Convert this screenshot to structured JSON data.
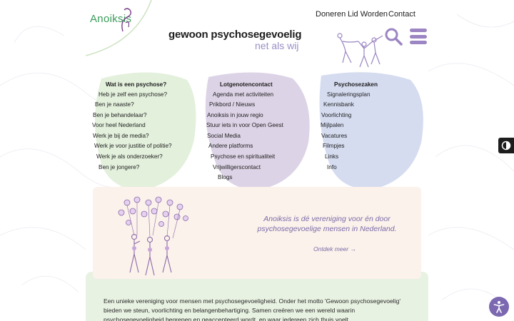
{
  "brand": {
    "logo_text": "Anoiksis",
    "tagline_main": "gewoon psychosegevoelig",
    "tagline_sub": "net als wij"
  },
  "top_nav": [
    "Doneren",
    "Lid Worden",
    "Contact"
  ],
  "icons": {
    "search": "search-icon",
    "menu": "hamburger-menu-icon",
    "contrast": "contrast-toggle-icon",
    "accessibility": "accessibility-person-icon"
  },
  "columns": [
    {
      "title": "Wat is een psychose?",
      "items": [
        "Heb je zelf een psychose?",
        "Ben je naaste?",
        "Ben je behandelaar?",
        "Voor heel Nederland",
        "Werk je bij de media?",
        "Werk je voor justitie of politie?",
        "Werk je als onderzoeker?",
        "Ben je jongere?"
      ]
    },
    {
      "title": "Lotgenotencontact",
      "items": [
        "Agenda met activiteiten",
        "Prikbord / Nieuws",
        "Anoiksis in jouw regio",
        "Stuur iets in voor Open Geest",
        "Social Media",
        "Andere platforms",
        "Psychose en spiritualiteit",
        "Vrijwilligerscontact",
        "Blogs"
      ]
    },
    {
      "title": "Psychosezaken",
      "items": [
        "Signaleringsplan",
        "Kennisbank",
        "Voorlichting",
        "Mijlpalen",
        "Vacatures",
        "Filmpjes",
        "Links",
        "Info"
      ]
    }
  ],
  "hero": {
    "text": "Anoiksis is dé vereniging voor én door psychosegevoelige mensen in Nederland.",
    "link": "Ontdek meer →"
  },
  "intro": {
    "text": "Een unieke vereniging voor mensen met psychosegevoeligheid. Onder het motto 'Gewoon psychosegevoelig' bieden we steun, voorlichting en belangenbehartiging. Samen creëren we een wereld waarin psychosegevoeligheid begrepen en geaccepteerd wordt, en waar iedereen zich thuis voelt."
  },
  "colors": {
    "green_blob": "#e3f0dc",
    "purple_blob": "#ddd3e6",
    "blue_blob": "#d5dcf0",
    "accent_purple": "#9b85c2",
    "logo_green": "#3a9a5a",
    "hero_bg": "#fbf2eb",
    "intro_bg": "#e8f2e2"
  }
}
